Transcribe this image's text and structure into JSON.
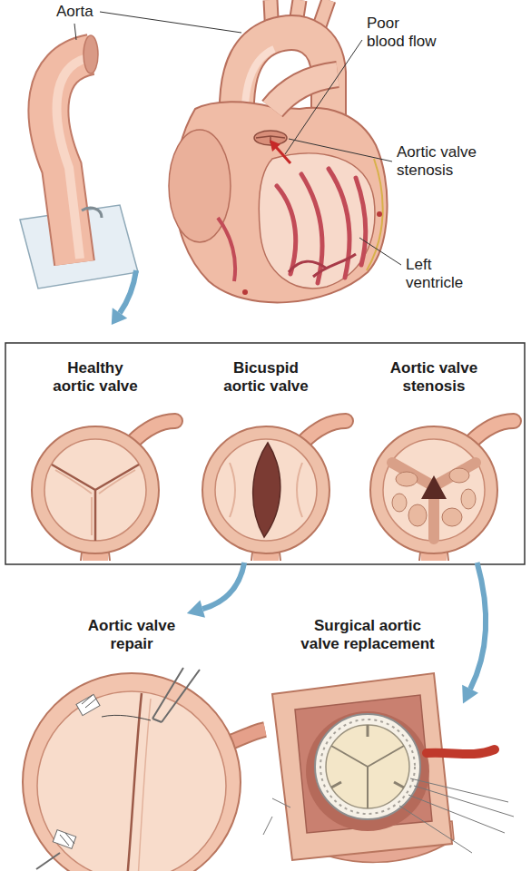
{
  "diagram": {
    "nodes": [
      {
        "text": [
          "Healthy aortic valve"
        ]
      },
      {
        "text": [
          "Bicuspid aortic valve"
        ]
      },
      {
        "text": [
          "Aortic valve stenosis"
        ]
      },
      {
        "text": [
          "Aortic valve repair"
        ]
      },
      {
        "text": [
          "Surgical aortic valve replacement"
        ]
      }
    ],
    "edges": [
      {
        "from": 1,
        "to": 3,
        "arrow": "to"
      },
      {
        "from": 2,
        "to": 4,
        "arrow": "to"
      }
    ],
    "labels": [
      "Aorta",
      "Poor blood flow",
      "Aortic valve stenosis",
      "Left ventricle"
    ]
  }
}
